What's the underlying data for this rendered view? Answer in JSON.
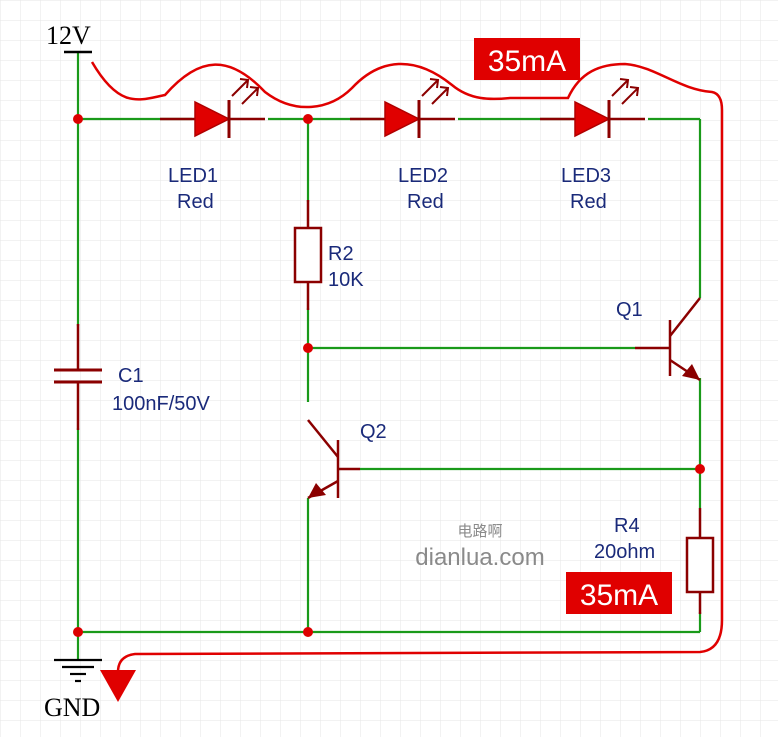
{
  "power": {
    "supply_label": "12V",
    "ground_label": "GND"
  },
  "components": {
    "led1": {
      "name": "LED1",
      "color": "Red"
    },
    "led2": {
      "name": "LED2",
      "color": "Red"
    },
    "led3": {
      "name": "LED3",
      "color": "Red"
    },
    "r2": {
      "name": "R2",
      "value": "10K"
    },
    "r4": {
      "name": "R4",
      "value": "20ohm"
    },
    "c1": {
      "name": "C1",
      "value": "100nF/50V"
    },
    "q1": {
      "name": "Q1"
    },
    "q2": {
      "name": "Q2"
    }
  },
  "annotations": {
    "current_top": "35mA",
    "current_bottom": "35mA"
  },
  "watermark": {
    "cn": "电路啊",
    "site": "dianlua.com"
  },
  "colors": {
    "wire": "#1a9a1a",
    "component": "#8b0000",
    "led": "#e00000",
    "annotation": "#e00000",
    "grid": "#e6e6e6",
    "label": "#1a2a7a"
  }
}
